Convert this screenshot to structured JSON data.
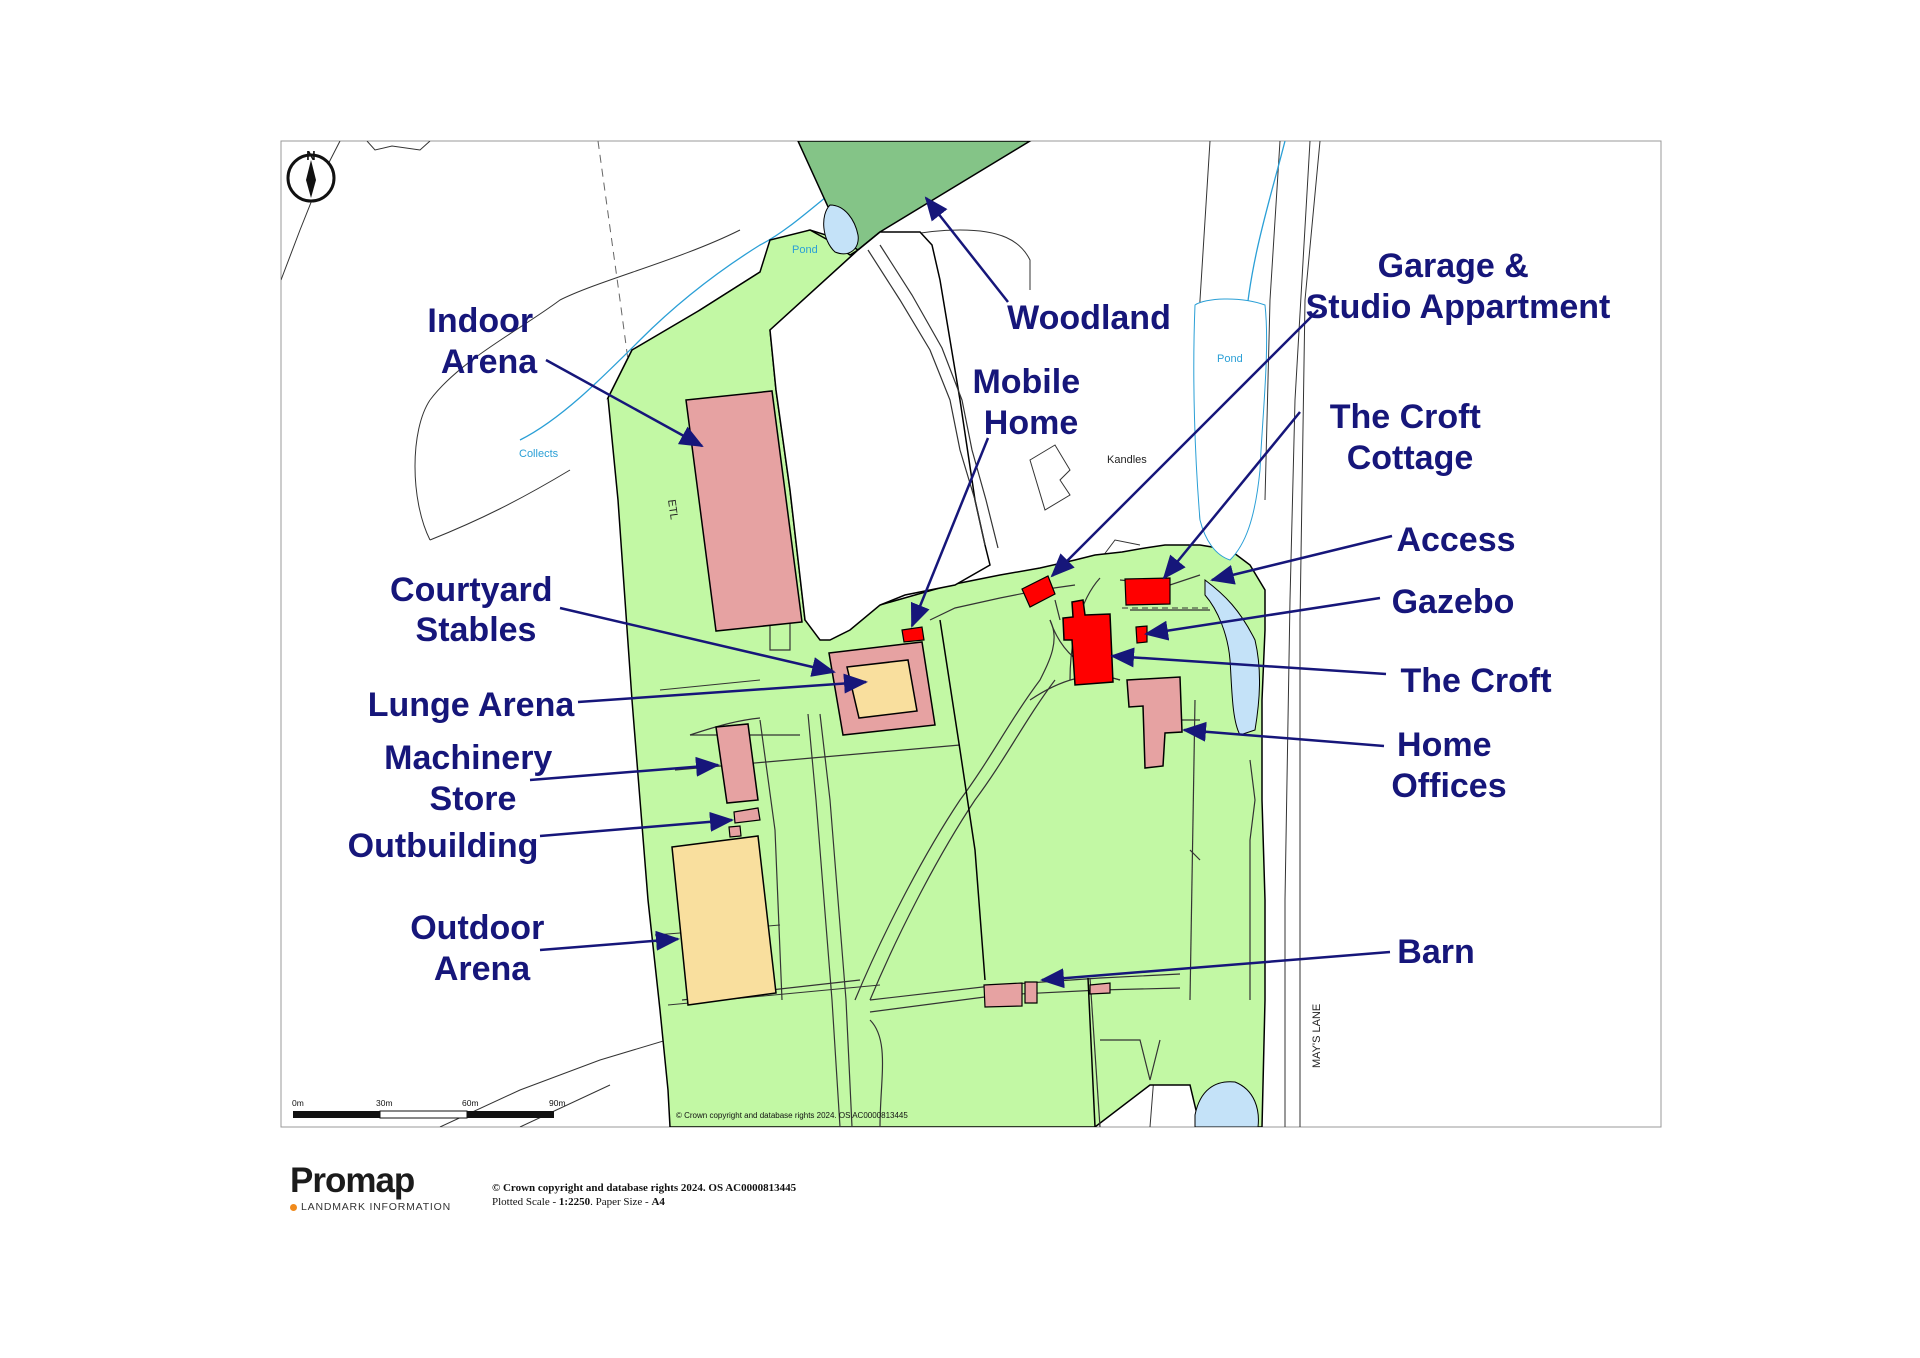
{
  "labels": {
    "indoor_arena": [
      "Indoor",
      "Arena"
    ],
    "woodland": "Woodland",
    "garage": [
      "Garage &",
      "Studio Appartment"
    ],
    "mobile_home": [
      "Mobile",
      "Home"
    ],
    "croft_cottage": [
      "The Croft",
      "Cottage"
    ],
    "access": "Access",
    "gazebo": "Gazebo",
    "courtyard_stables": [
      "Courtyard",
      "Stables"
    ],
    "the_croft": "The Croft",
    "lunge_arena": "Lunge Arena",
    "home_offices": [
      "Home",
      "Offices"
    ],
    "machinery_store": [
      "Machinery",
      "Store"
    ],
    "outbuilding": "Outbuilding",
    "outdoor_arena": [
      "Outdoor",
      "Arena"
    ],
    "barn": "Barn"
  },
  "os_text": {
    "pond_1": "Pond",
    "pond_2": "Pond",
    "collects": "Collects",
    "kandles": "Kandles",
    "etl": "ETL",
    "mays_lane": "MAY'S LANE",
    "north": "N",
    "inset_copyright": "© Crown copyright and database rights 2024. OS AC0000813445"
  },
  "scale_bar": {
    "ticks": [
      "0m",
      "30m",
      "60m",
      "90m"
    ]
  },
  "footer": {
    "logo": "Promap",
    "logo_sub": "LANDMARK INFORMATION",
    "copyright": "© Crown copyright and database rights 2024. OS AC0000813445",
    "scale_prefix": "Plotted Scale - ",
    "scale_value": "1:2250",
    "paper_prefix": ". Paper Size - ",
    "paper_value": "A4"
  },
  "colors": {
    "site": "#c2f8a4",
    "woodland": "#84c487",
    "building_pink": "#e6a2a2",
    "building_red": "#ff0000",
    "arena_sand": "#f9df9e",
    "water": "#c4e2f8",
    "label": "#16167a"
  }
}
